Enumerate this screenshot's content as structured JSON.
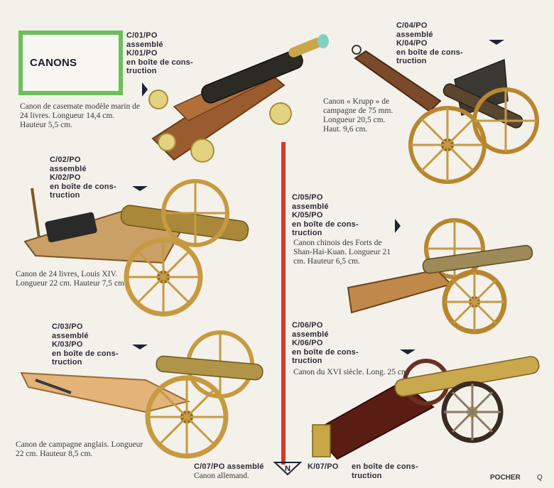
{
  "section_title": "CANONS",
  "items": [
    {
      "codes": [
        "C/01/PO",
        "assemblé",
        "K/01/PO",
        "en boîte de cons-",
        "truction"
      ],
      "description": "Canon de casemate modèle marin de 24 livres. Longueur 14,4 cm. Hauteur 5,5 cm."
    },
    {
      "codes": [
        "C/02/PO",
        "assemblé",
        "K/02/PO",
        "en boîte de cons-",
        "truction"
      ],
      "description": "Canon de 24 livres, Louis XIV. Longueur 22 cm. Hauteur 7,5 cm."
    },
    {
      "codes": [
        "C/03/PO",
        "assemblé",
        "K/03/PO",
        "en boîte de cons-",
        "truction"
      ],
      "description": "Canon de campagne anglais. Longueur 22 cm. Hauteur 8,5 cm."
    },
    {
      "codes": [
        "C/04/PO",
        "assemblé",
        "K/04/PO",
        "en boîte de cons-",
        "truction"
      ],
      "description": "Canon « Krupp » de campagne de 75 mm. Longueur 20,5 cm. Haut. 9,6 cm."
    },
    {
      "codes": [
        "C/05/PO",
        "assemblé",
        "K/05/PO",
        "en boîte de cons-",
        "truction"
      ],
      "description": "Canon chinois des Forts de Shan-Hai-Kuan. Longueur 21 cm. Hauteur 6,5 cm."
    },
    {
      "codes": [
        "C/06/PO",
        "assemblé",
        "K/06/PO",
        "en boîte de cons-",
        "truction"
      ],
      "description": "Canon du XVI siècle. Long. 25 cm."
    }
  ],
  "item7": {
    "assembled": "C/07/PO assemblé",
    "description": "Canon allemand.",
    "kit_code": "K/07/PO",
    "kit_text_1": "en boîte de cons-",
    "kit_text_2": "truction",
    "badge": "N"
  },
  "footer": {
    "brand": "POCHER",
    "page": "Q"
  },
  "colors": {
    "frame_green": "#6cbf5a",
    "divider_red": "#d6372e",
    "text_navy": "#1e2236",
    "background": "#f4f1ea"
  }
}
